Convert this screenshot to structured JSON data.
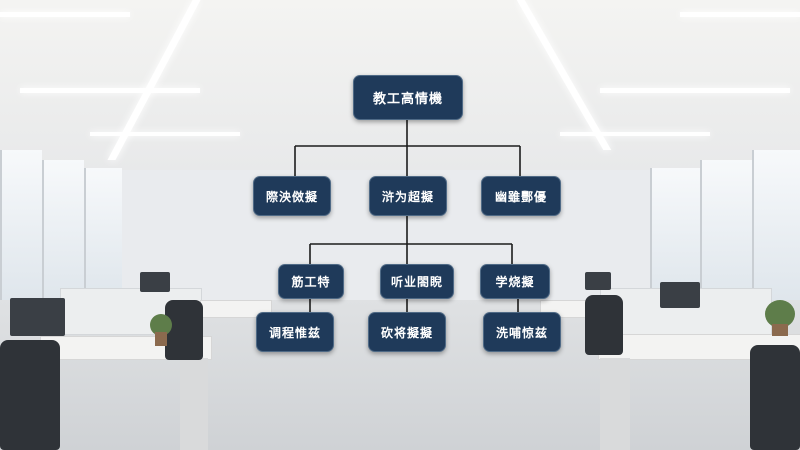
{
  "org_chart": {
    "root": {
      "label": "教工高情機"
    },
    "level2": [
      {
        "label": "際泱傚擬"
      },
      {
        "label": "浒为超擬"
      },
      {
        "label": "幽雖酆優"
      }
    ],
    "level3": [
      {
        "label": "筋工特"
      },
      {
        "label": "听业閤睨"
      },
      {
        "label": "学烧擬"
      }
    ],
    "level4": [
      {
        "label": "调程惟兹"
      },
      {
        "label": "砍将擬擬"
      },
      {
        "label": "洗哺惊兹"
      }
    ],
    "colors": {
      "node_fill": "#1f3a5a",
      "node_border": "#4f6a86",
      "node_text": "#ffffff",
      "connector": "#1c1c1c"
    }
  }
}
